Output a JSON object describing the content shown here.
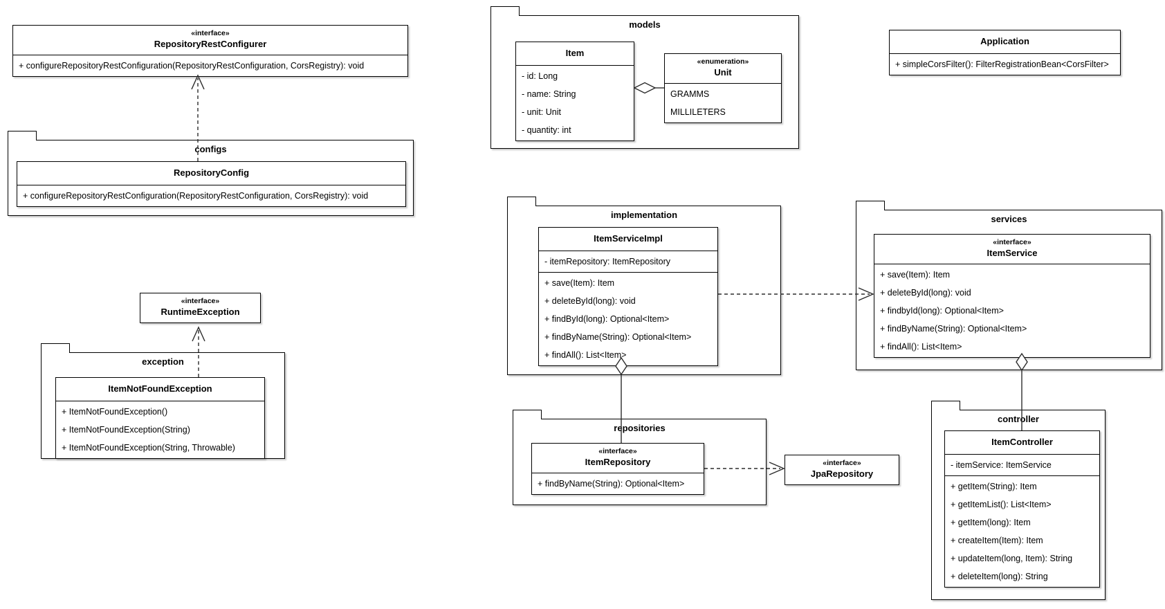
{
  "colors": {
    "stroke": "#000000",
    "background": "#ffffff",
    "line": "#2b2b2b"
  },
  "packages": {
    "configs": "configs",
    "exception": "exception",
    "models": "models",
    "implementation": "implementation",
    "services": "services",
    "repositories": "repositories",
    "controller": "controller"
  },
  "classes": {
    "repositoryRestConfigurer": {
      "stereotype": "«interface»",
      "name": "RepositoryRestConfigurer",
      "methods": [
        "+ configureRepositoryRestConfiguration(RepositoryRestConfiguration, CorsRegistry): void"
      ]
    },
    "repositoryConfig": {
      "name": "RepositoryConfig",
      "methods": [
        "+ configureRepositoryRestConfiguration(RepositoryRestConfiguration, CorsRegistry): void"
      ]
    },
    "runtimeException": {
      "stereotype": "«interface»",
      "name": "RuntimeException"
    },
    "itemNotFoundException": {
      "name": "ItemNotFoundException",
      "methods": [
        "+ ItemNotFoundException()",
        "+ ItemNotFoundException(String)",
        "+ ItemNotFoundException(String, Throwable)"
      ]
    },
    "item": {
      "name": "Item",
      "attributes": [
        "- id: Long",
        "- name: String",
        "- unit: Unit",
        "- quantity: int"
      ]
    },
    "unit": {
      "stereotype": "«enumeration»",
      "name": "Unit",
      "values": [
        "GRAMMS",
        "MILLILETERS"
      ]
    },
    "application": {
      "name": "Application",
      "methods": [
        "+ simpleCorsFilter(): FilterRegistrationBean<CorsFilter>"
      ]
    },
    "itemServiceImpl": {
      "name": "ItemServiceImpl",
      "attributes": [
        "- itemRepository: ItemRepository"
      ],
      "methods": [
        "+ save(Item): Item",
        "+ deleteById(long): void",
        "+ findById(long): Optional<Item>",
        "+ findByName(String): Optional<Item>",
        "+ findAll(): List<Item>"
      ]
    },
    "itemService": {
      "stereotype": "«interface»",
      "name": "ItemService",
      "methods": [
        "+ save(Item): Item",
        "+ deleteById(long): void",
        "+ findbyId(long): Optional<Item>",
        "+ findByName(String): Optional<Item>",
        "+ findAll(): List<Item>"
      ]
    },
    "itemRepository": {
      "stereotype": "«interface»",
      "name": "ItemRepository",
      "methods": [
        "+ findByName(String): Optional<Item>"
      ]
    },
    "jpaRepository": {
      "stereotype": "«interface»",
      "name": "JpaRepository"
    },
    "itemController": {
      "name": "ItemController",
      "attributes": [
        "- itemService: ItemService"
      ],
      "methods": [
        "+ getItem(String): Item",
        "+ getItemList(): List<Item>",
        "+ getItem(long): Item",
        "+ createItem(Item): Item",
        "+ updateItem(long, Item): String",
        "+ deleteItem(long): String"
      ]
    }
  },
  "relations": [
    {
      "type": "realization",
      "from": "RepositoryConfig",
      "to": "RepositoryRestConfigurer"
    },
    {
      "type": "realization",
      "from": "ItemNotFoundException",
      "to": "RuntimeException"
    },
    {
      "type": "aggregation",
      "from": "Item",
      "to": "Unit"
    },
    {
      "type": "dependency",
      "from": "ItemServiceImpl",
      "to": "ItemService"
    },
    {
      "type": "aggregation",
      "from": "ItemServiceImpl",
      "to": "ItemRepository"
    },
    {
      "type": "aggregation",
      "from": "ItemService",
      "to": "ItemController"
    },
    {
      "type": "dependency",
      "from": "ItemRepository",
      "to": "JpaRepository"
    }
  ]
}
